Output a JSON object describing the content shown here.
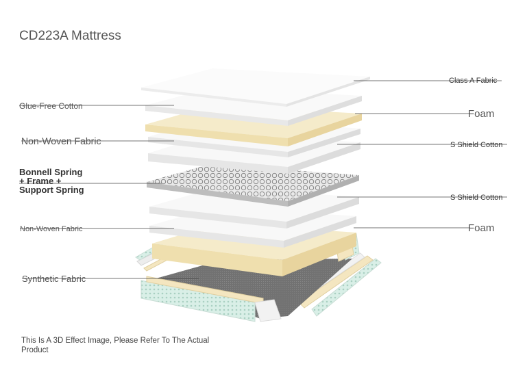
{
  "title": "CD223A Mattress",
  "labels": {
    "class_a_fabric": "Class A Fabric",
    "glue_free_cotton": "Glue-Free Cotton",
    "foam_top": "Foam",
    "non_woven_top": "Non-Woven Fabric",
    "s_shield_cotton_top": "S Shield Cotton",
    "bonnell_line1": "Bonnell Spring",
    "bonnell_line2": "+ Frame +",
    "bonnell_line3": "Support Spring",
    "s_shield_cotton_bottom": "S Shield Cotton",
    "non_woven_bottom": "Non-Woven Fabric",
    "foam_bottom": "Foam",
    "synthetic_fabric": "Synthetic Fabric"
  },
  "note": "This Is A 3D Effect Image, Please Refer To The Actual Product",
  "colors": {
    "white_layer": "#f7f7f7",
    "white_edge": "#e2e2e2",
    "foam_layer": "#f4e8c4",
    "foam_edge": "#e9d8a4",
    "spring_mesh": "#8a8a8a",
    "base_fabric": "#6f6f6f",
    "frame_green": "#d6ece4",
    "leader_line": "#444444"
  }
}
